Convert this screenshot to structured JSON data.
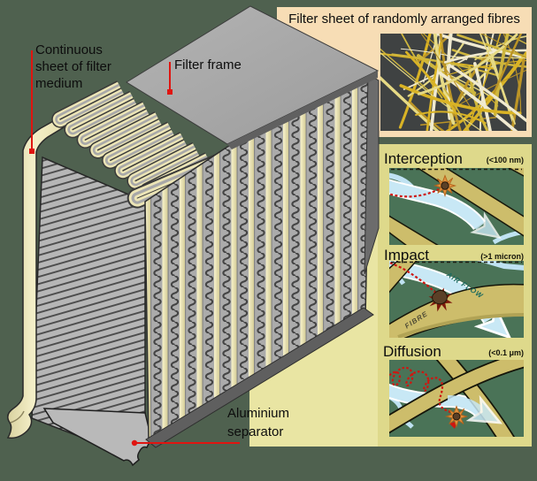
{
  "diagram_labels": {
    "continuous_sheet": {
      "lines": [
        "Continuous",
        "sheet of filter",
        "medium"
      ]
    },
    "filter_frame": "Filter frame",
    "aluminium_separator": {
      "lines": [
        "Aluminium",
        "separator"
      ]
    }
  },
  "fibre_panel": {
    "title": "Filter sheet of randomly arranged fibres"
  },
  "mechanisms": {
    "items": [
      {
        "title": "Interception",
        "size_note": "(<100 nm)"
      },
      {
        "title": "Impact",
        "size_note": "(>1 micron)",
        "air_flow_label": "AIR FLOW",
        "fibre_label": "FIBRE"
      },
      {
        "title": "Diffusion",
        "size_note": "(<0.1 μm)"
      }
    ]
  },
  "colors": {
    "page_background": "#4f614f",
    "fibre_panel_background": "#f7ddb5",
    "mechanism_panel_background": "#ded98b",
    "backdrop_panel_background": "#e9e5a3",
    "leader_line_red": "#e01410",
    "mechanism_image_background": "#4a7357",
    "fibre_band_tan": "#cdbd6b",
    "air_ribbon_blue": "#c8e8f5",
    "particle_brown": "#5b4027",
    "burst_orange": "#e1923e",
    "burst_dark_red": "#7d1a0c",
    "frame_gray": "#a9a9a9",
    "pleat_cream": "#f0ebc0"
  }
}
